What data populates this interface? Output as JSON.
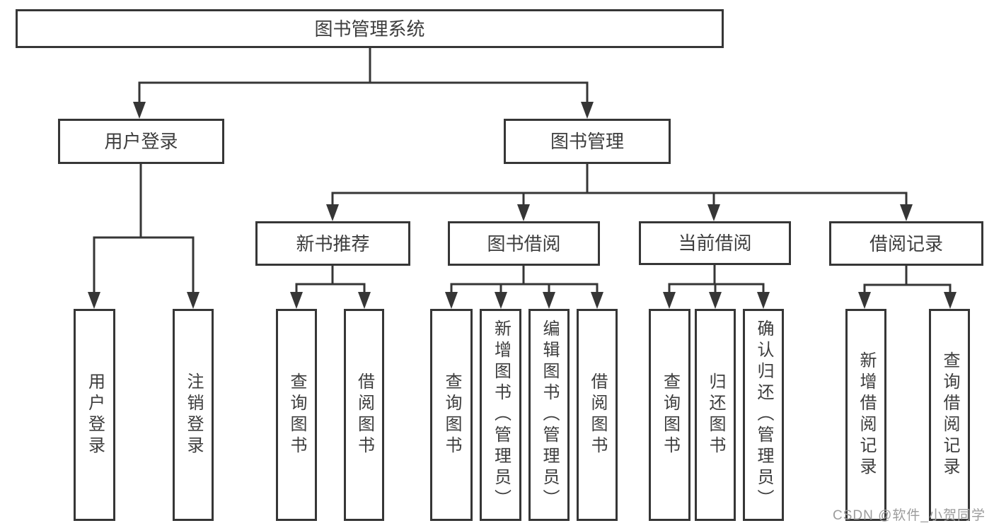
{
  "diagram_title": "图书管理系统",
  "watermark": "CSDN @软件_小贺同学",
  "colors": {
    "line": "#363636",
    "box_border": "#363636",
    "box_background": "#ffffff",
    "text": "#3d3d3d",
    "watermark": "#9c9c9c"
  },
  "nodes": {
    "root": {
      "label": "图书管理系统"
    },
    "user_login": {
      "label": "用户登录"
    },
    "book_mgmt": {
      "label": "图书管理"
    },
    "new_book_rec": {
      "label": "新书推荐"
    },
    "book_borrow": {
      "label": "图书借阅"
    },
    "current_borrow": {
      "label": "当前借阅"
    },
    "borrow_records": {
      "label": "借阅记录"
    },
    "leaf_user_login": {
      "label": "用户登录"
    },
    "leaf_logout": {
      "label": "注销登录"
    },
    "nbr_query_books": {
      "label": "查询图书"
    },
    "nbr_borrow_books": {
      "label": "借阅图书"
    },
    "bb_query_books": {
      "label": "查询图书"
    },
    "bb_add_books": {
      "label": "新增图书（管理员）"
    },
    "bb_edit_books": {
      "label": "编辑图书（管理员）"
    },
    "bb_borrow_books": {
      "label": "借阅图书"
    },
    "cb_query_books": {
      "label": "查询图书"
    },
    "cb_return_books": {
      "label": "归还图书"
    },
    "cb_confirm_return": {
      "label": "确认归还（管理员）"
    },
    "br_add_record": {
      "label": "新增借阅记录"
    },
    "br_query_record": {
      "label": "查询借阅记录"
    }
  },
  "edges": [
    [
      "root",
      "user_login"
    ],
    [
      "root",
      "book_mgmt"
    ],
    [
      "user_login",
      "leaf_user_login"
    ],
    [
      "user_login",
      "leaf_logout"
    ],
    [
      "book_mgmt",
      "new_book_rec"
    ],
    [
      "book_mgmt",
      "book_borrow"
    ],
    [
      "book_mgmt",
      "current_borrow"
    ],
    [
      "book_mgmt",
      "borrow_records"
    ],
    [
      "new_book_rec",
      "nbr_query_books"
    ],
    [
      "new_book_rec",
      "nbr_borrow_books"
    ],
    [
      "book_borrow",
      "bb_query_books"
    ],
    [
      "book_borrow",
      "bb_add_books"
    ],
    [
      "book_borrow",
      "bb_edit_books"
    ],
    [
      "book_borrow",
      "bb_borrow_books"
    ],
    [
      "current_borrow",
      "cb_query_books"
    ],
    [
      "current_borrow",
      "cb_return_books"
    ],
    [
      "current_borrow",
      "cb_confirm_return"
    ],
    [
      "borrow_records",
      "br_add_record"
    ],
    [
      "borrow_records",
      "br_query_record"
    ]
  ]
}
